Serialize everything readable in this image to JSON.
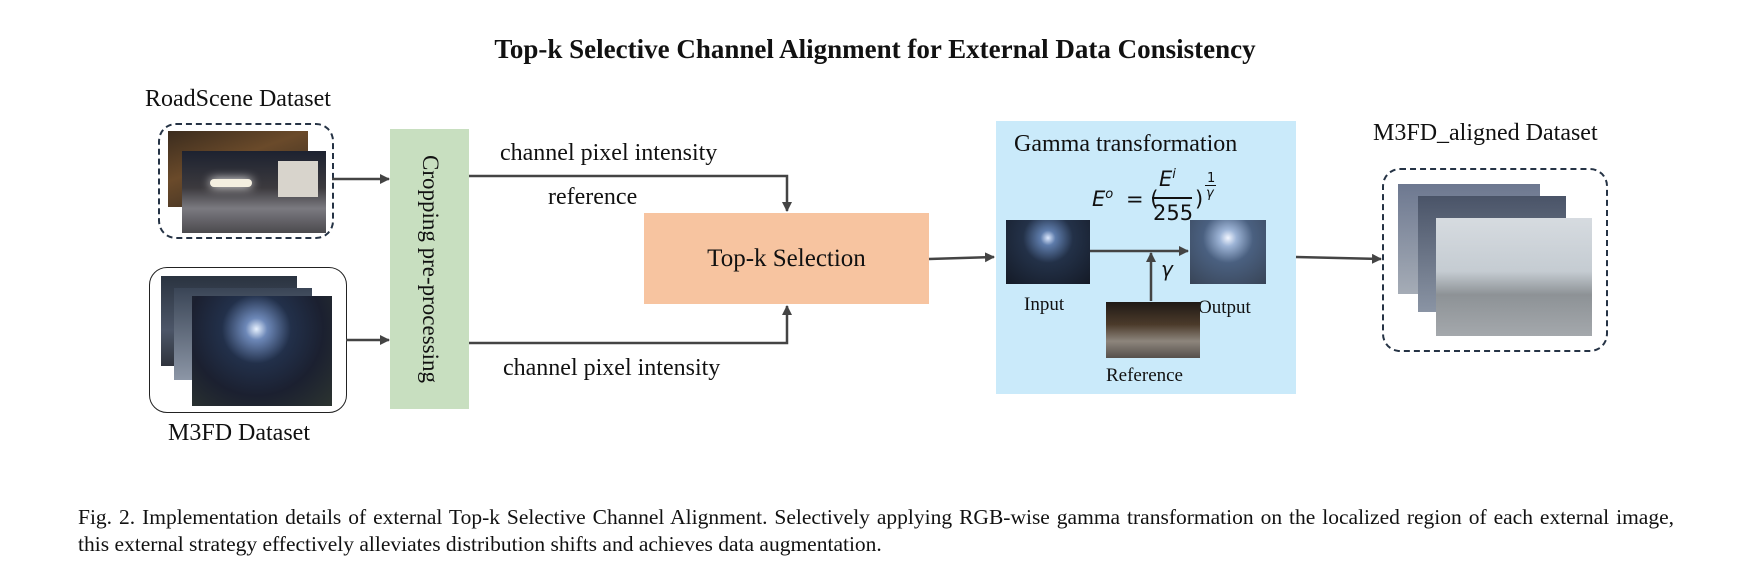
{
  "figure_title": "Top-k Selective Channel Alignment for External Data Consistency",
  "datasets": {
    "roadscene": "RoadScene Dataset",
    "m3fd": "M3FD Dataset",
    "aligned": "M3FD_aligned Dataset"
  },
  "preprocess_label": "Cropping pre-processing",
  "edges": {
    "top_intensity": "channel pixel intensity",
    "reference": "reference",
    "bottom_intensity": "channel pixel intensity"
  },
  "topk_label": "Top-k Selection",
  "gamma_panel": {
    "title": "Gamma transformation",
    "input_label": "Input",
    "output_label": "Output",
    "reference_label": "Reference",
    "gamma_symbol": "γ"
  },
  "caption": "Fig. 2.  Implementation details of external Top-k Selective Channel Alignment. Selectively applying RGB-wise gamma transformation on the localized region of each external image, this external strategy effectively alleviates distribution shifts and achieves data augmentation.",
  "colors": {
    "crop_box": "#c8dfc0",
    "topk_box": "#f7c4a0",
    "gamma_panel": "#caeafa",
    "arrow": "#444444",
    "dashed_border": "#253345"
  }
}
